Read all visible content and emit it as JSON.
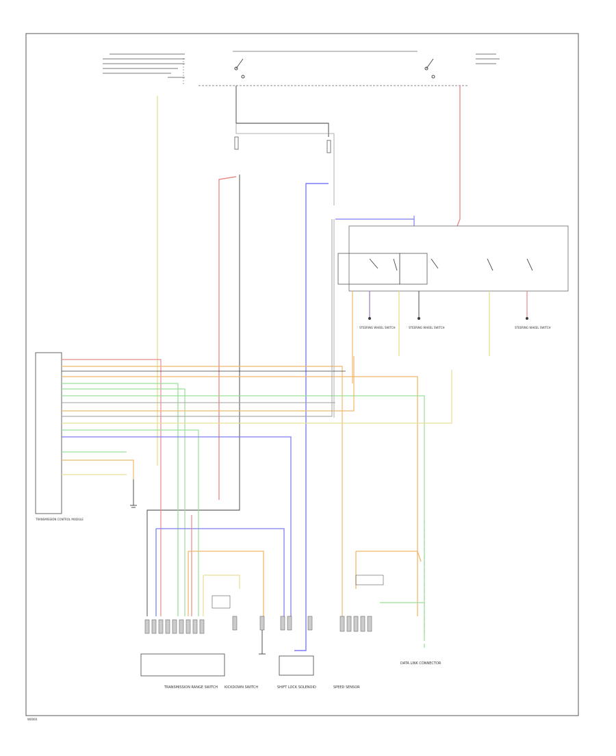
{
  "colors": {
    "frame": "#555555",
    "black": "#3a3a3a",
    "red": "#e88a8a",
    "blue": "#7c7cf0",
    "yellow": "#e6e096",
    "orange": "#f0b86a",
    "green": "#96e096",
    "grey": "#a0a0a0",
    "violet": "#a070c8"
  },
  "labels": {
    "tcm_title": "TRANSMISSION CONTROL MODULE",
    "shift_lock": "SHIFT LOCK SOLENOID",
    "kickdown": "KICKDOWN SWITCH",
    "transmission_switch": "TRANSMISSION RANGE SWITCH",
    "speed_sensor": "SPEED SENSOR",
    "data_link": "DATA LINK CONNECTOR",
    "steering_switch": "STEERING WHEEL SWITCH",
    "diagram_id": "W0000"
  },
  "icons": {
    "ground": "ground-symbol",
    "switch": "switch-symbol",
    "connector": "connector-pin"
  }
}
